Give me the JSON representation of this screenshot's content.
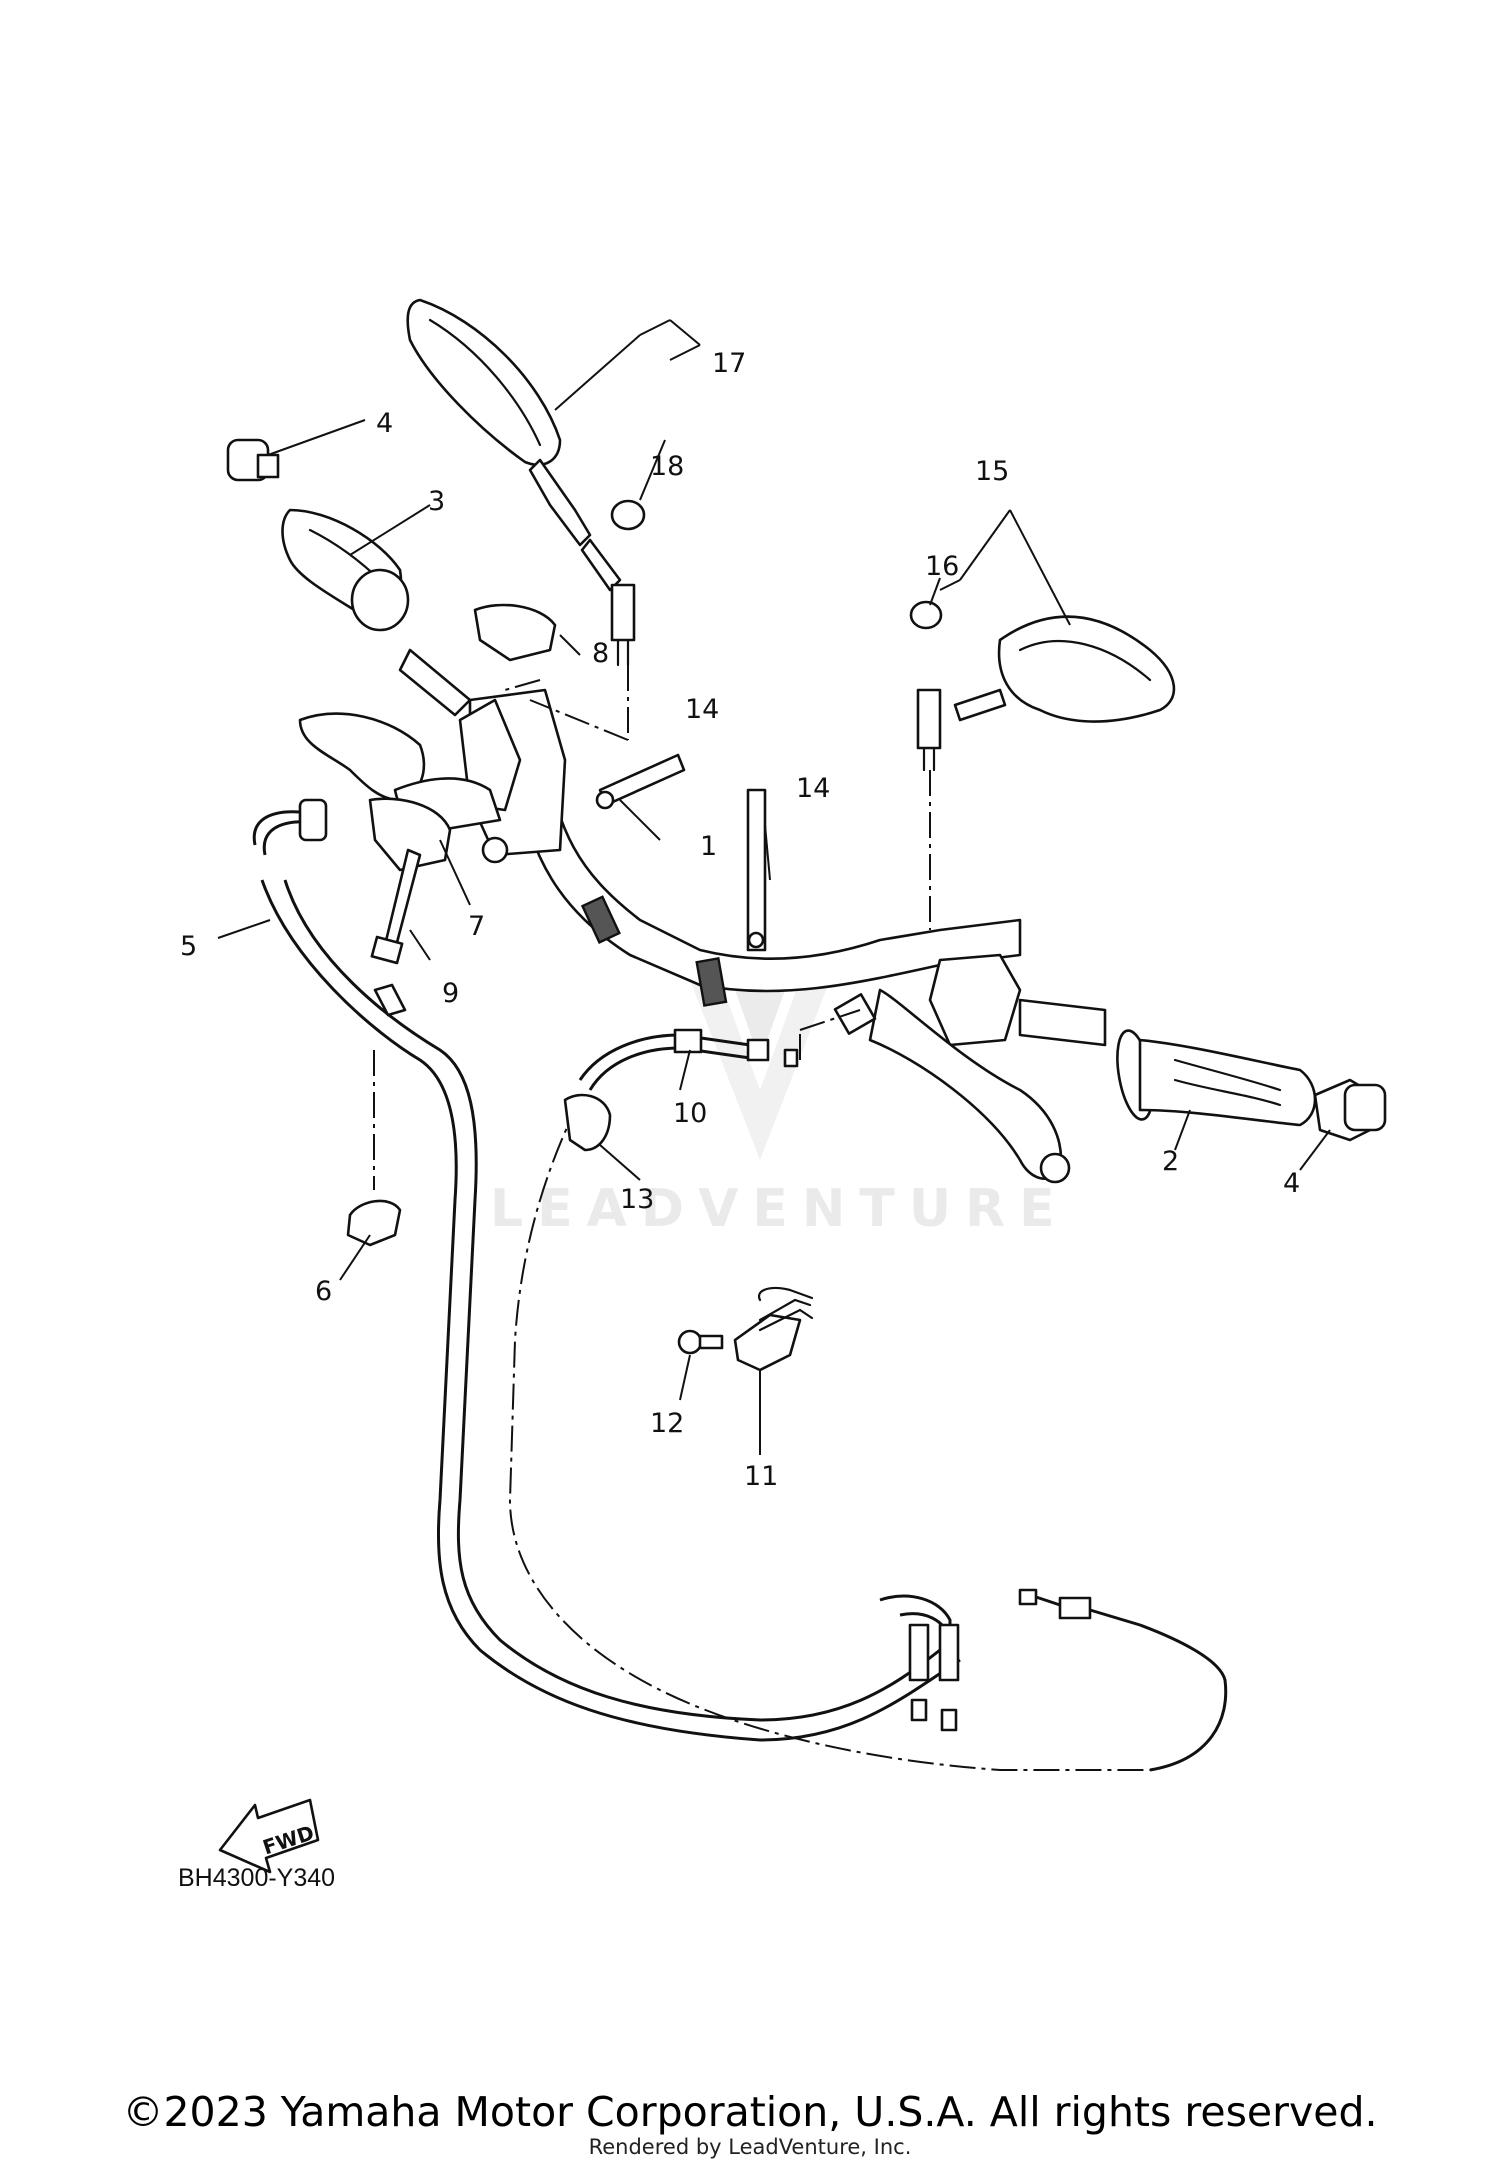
{
  "diagram": {
    "code": "BH4300-Y340",
    "fwd_label": "FWD",
    "watermark": "LEADVENTURE",
    "callouts": {
      "c1": "1",
      "c2": "2",
      "c3": "3",
      "c4a": "4",
      "c4b": "4",
      "c5": "5",
      "c6": "6",
      "c7": "7",
      "c8": "8",
      "c9": "9",
      "c10": "10",
      "c11": "11",
      "c12": "12",
      "c13": "13",
      "c14a": "14",
      "c14b": "14",
      "c15": "15",
      "c16": "16",
      "c17": "17",
      "c18": "18"
    }
  },
  "footer": {
    "copyright": "©2023 Yamaha Motor Corporation, U.S.A. All rights reserved.",
    "rendered_by": "Rendered by LeadVenture, Inc."
  }
}
